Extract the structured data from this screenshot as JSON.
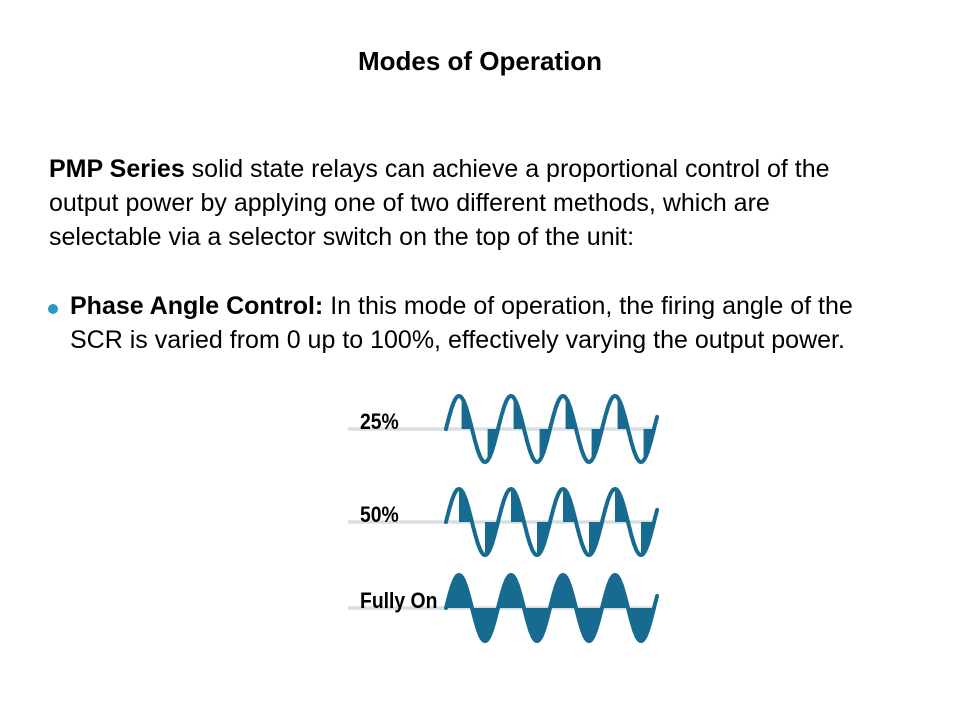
{
  "title": "Modes of Operation",
  "intro": {
    "bold_lead": "PMP Series",
    "line1_rest": " solid state relays can achieve a proportional control of the",
    "line2": "output power by applying one of two different methods, which are",
    "line3": "selectable via a selector switch on the top of the unit:"
  },
  "bullet": {
    "bold_lead": "Phase Angle Control:",
    "line1_rest": " In this mode of operation, the firing angle of the",
    "line2": "SCR is varied from 0 up to 100%, effectively varying the output power."
  },
  "waveforms": {
    "type": "line",
    "description": "Phase angle control waveforms: sine wave outline with shaded conduction period of each half-cycle",
    "cycles_shown": 4,
    "rows": [
      {
        "label": "25%",
        "conduction_start_fraction": 0.6
      },
      {
        "label": "50%",
        "conduction_start_fraction": 0.5
      },
      {
        "label": "Fully On",
        "conduction_start_fraction": 0.0
      }
    ]
  },
  "colors": {
    "wave": "#176a90",
    "baseline": "#d8dfe4",
    "bullet_dot": "#2b98c7",
    "text": "#000000",
    "background": "#ffffff"
  }
}
